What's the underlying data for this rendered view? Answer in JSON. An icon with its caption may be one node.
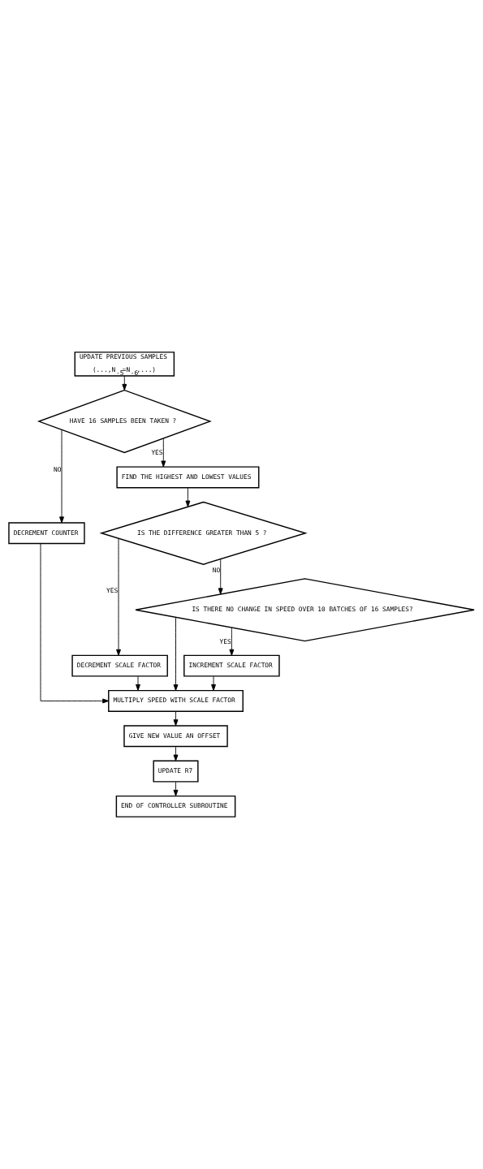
{
  "diagram": {
    "nodes": [
      {
        "text": [
          "UPDATE PREVIOUS SAMPLES",
          "(...,N$_{-5}$=N$_{-6}$,...)"
        ]
      },
      {
        "text": [
          "HAVE 16 SAMPLES BEEN TAKEN ?"
        ]
      },
      {
        "text": [
          "DECREMENT COUNTER"
        ]
      },
      {
        "text": [
          "FIND THE HIGHEST AND LOWEST VALUES"
        ]
      },
      {
        "text": [
          "IS THE DIFFERENCE GREATER THAN 5 ?"
        ]
      },
      {
        "text": [
          "DECREMENT SCALE FACTOR"
        ]
      },
      {
        "text": [
          "IS THERE NO CHANGE IN SPEED OVER 10 BATCHES OF 16 SAMPLES?"
        ]
      },
      {
        "text": [
          "INCREMENT SCALE FACTOR"
        ]
      },
      {
        "text": [
          "MULTIPLY SPEED WITH SCALE FACTOR"
        ]
      },
      {
        "text": [
          "GIVE NEW VALUE AN OFFSET"
        ]
      },
      {
        "text": [
          "UPDATE R7"
        ]
      },
      {
        "text": [
          "END OF CONTROLLER SUBROUTINE"
        ]
      }
    ],
    "edges": [
      {
        "from": 0,
        "to": 1,
        "arrow": "to"
      },
      {
        "from": 1,
        "to": 2,
        "arrow": "to",
        "label": "NO"
      },
      {
        "from": 1,
        "to": 3,
        "arrow": "to",
        "label": "YES"
      },
      {
        "from": 3,
        "to": 4,
        "arrow": "to"
      },
      {
        "from": 4,
        "to": 5,
        "arrow": "to",
        "label": "YES"
      },
      {
        "from": 4,
        "to": 6,
        "arrow": "to",
        "label": "NO"
      },
      {
        "from": 6,
        "to": 7,
        "arrow": "to",
        "label": "YES"
      },
      {
        "from": 6,
        "to": 8,
        "arrow": "to"
      },
      {
        "from": 7,
        "to": 8,
        "arrow": "to"
      },
      {
        "from": 5,
        "to": 8,
        "arrow": "to"
      },
      {
        "from": 2,
        "to": 8,
        "arrow": "to"
      },
      {
        "from": 8,
        "to": 9,
        "arrow": "to"
      },
      {
        "from": 9,
        "to": 10,
        "arrow": "to"
      },
      {
        "from": 10,
        "to": 11,
        "arrow": "to"
      }
    ]
  }
}
